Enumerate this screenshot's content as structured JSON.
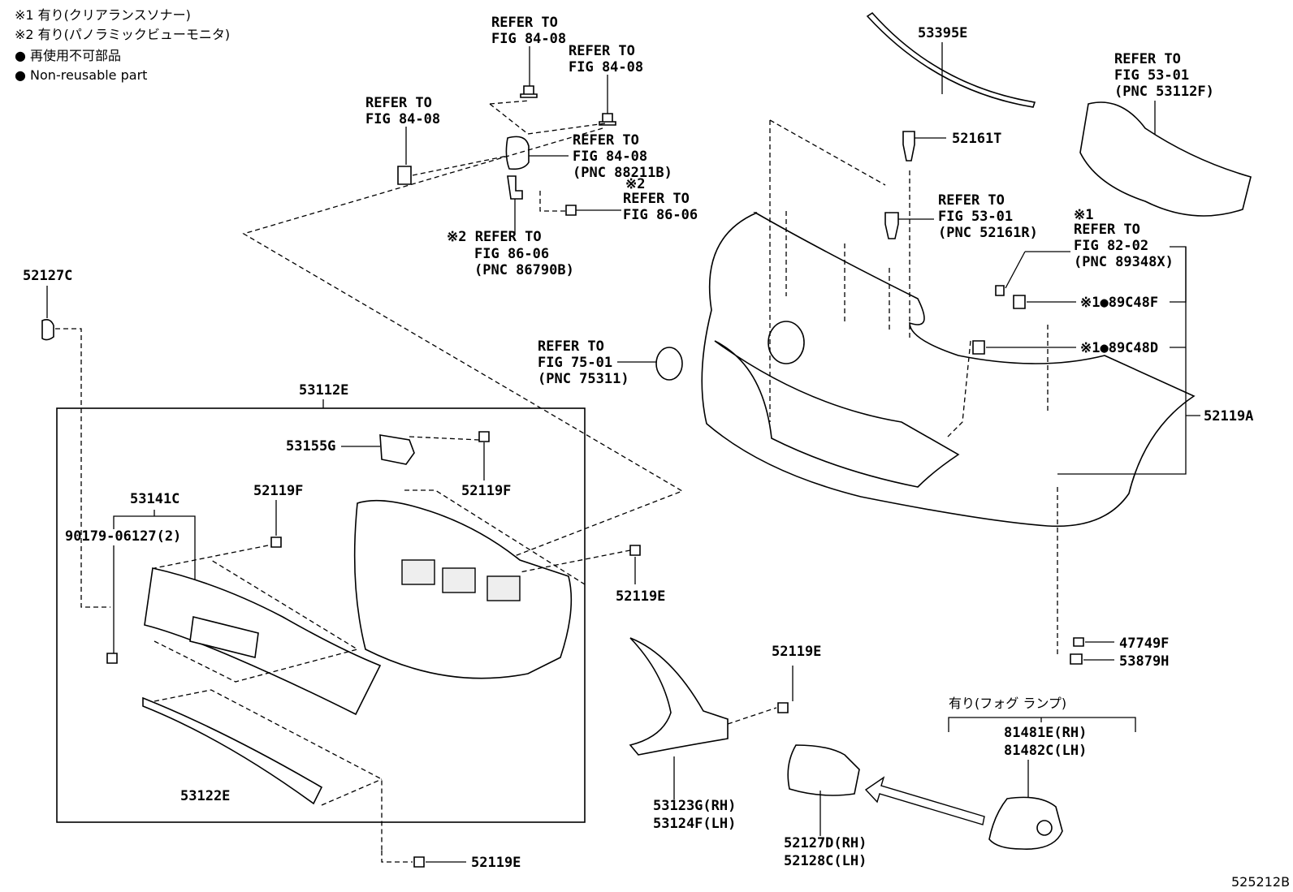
{
  "legend": {
    "note1": "※1 有り(クリアランスソナー)",
    "note2": "※2 有り(パノラミックビューモニタ)",
    "note3": "● 再使用不可部品",
    "note4": "● Non-reusable part"
  },
  "callouts": {
    "refer_84_08_a1": "REFER TO",
    "refer_84_08_a2": "FIG 84-08",
    "refer_84_08_b1": "REFER TO",
    "refer_84_08_b2": "FIG 84-08",
    "refer_84_08_c1": "REFER TO",
    "refer_84_08_c2": "FIG 84-08",
    "refer_84_08_d1": "REFER TO",
    "refer_84_08_d2": "FIG 84-08",
    "refer_84_08_d3": "(PNC 88211B)",
    "refer_86_06_a0": "※2",
    "refer_86_06_a1": "REFER TO",
    "refer_86_06_a2": "FIG 86-06",
    "refer_86_06_b1": "※2 REFER TO",
    "refer_86_06_b2": "FIG 86-06",
    "refer_86_06_b3": "(PNC 86790B)",
    "refer_53_01_a1": "REFER TO",
    "refer_53_01_a2": "FIG 53-01",
    "refer_53_01_a3": "(PNC 53112F)",
    "refer_53_01_b1": "REFER TO",
    "refer_53_01_b2": "FIG 53-01",
    "refer_53_01_b3": "(PNC 52161R)",
    "refer_82_02_0": "※1",
    "refer_82_02_1": "REFER TO",
    "refer_82_02_2": "FIG 82-02",
    "refer_82_02_3": "(PNC 89348X)",
    "refer_75_01_1": "REFER TO",
    "refer_75_01_2": "FIG 75-01",
    "refer_75_01_3": "(PNC 75311)"
  },
  "parts": {
    "p53395E": "53395E",
    "p52161T": "52161T",
    "p89C48F": "※1●89C48F",
    "p89C48D": "※1●89C48D",
    "p52119A": "52119A",
    "p52127C": "52127C",
    "p53112E": "53112E",
    "p53155G": "53155G",
    "p52119F_a": "52119F",
    "p52119F_b": "52119F",
    "p53141C": "53141C",
    "p90179": "90179-06127(2)",
    "p52119E_a": "52119E",
    "p52119E_b": "52119E",
    "p52119E_c": "52119E",
    "p53122E": "53122E",
    "p53123G": "53123G(RH)",
    "p53124F": "53124F(LH)",
    "p52127D": "52127D(RH)",
    "p52128C": "52128C(LH)",
    "p47749F": "47749F",
    "p53879H": "53879H",
    "fog_note": "有り(フォグ ランプ)",
    "p81481E": "81481E(RH)",
    "p81482C": "81482C(LH)"
  },
  "figure_id": "525212B"
}
